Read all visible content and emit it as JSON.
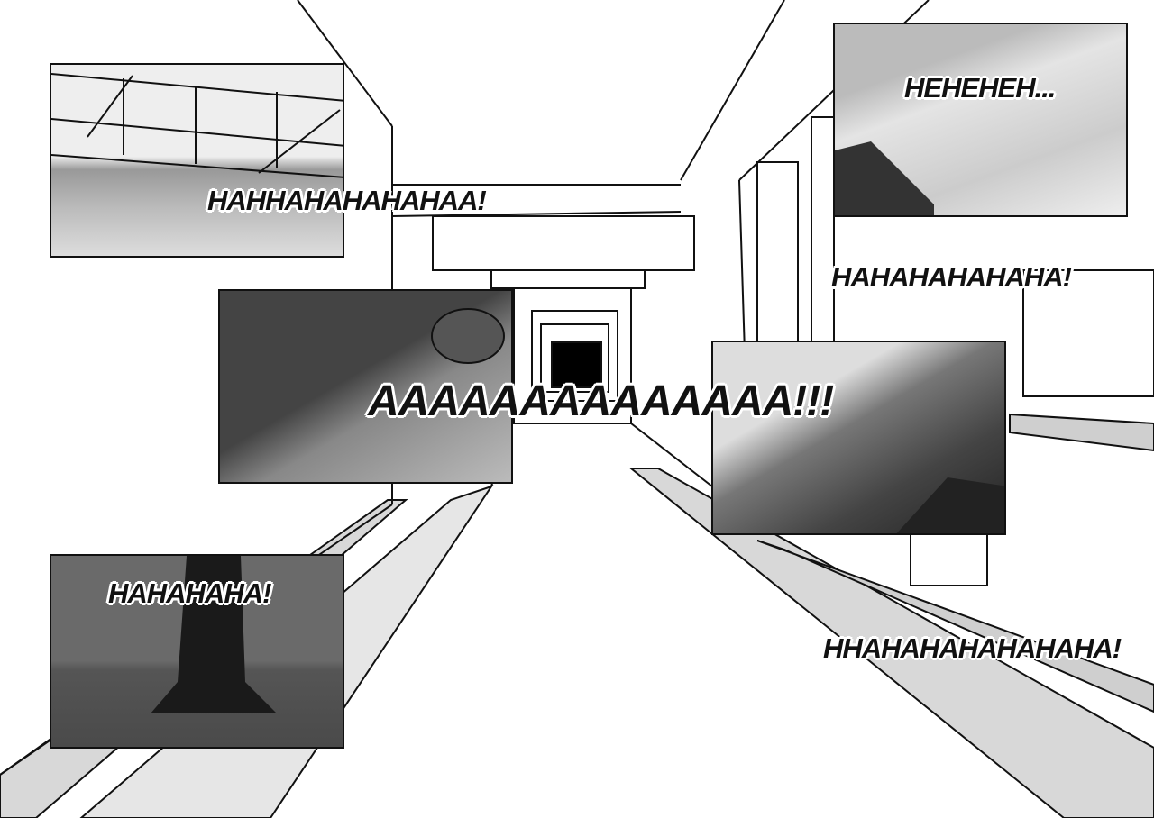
{
  "sound_effects": {
    "top_left": "HAHHAHAHAHAHAA!",
    "top_right": "HEHEHEH...",
    "right_middle": "HAHAHAHAHAHA!",
    "center": "AAAAAAAAAAAAAA!!!",
    "bottom_left": "HAHAHAHA!",
    "bottom_right": "HHAHAHAHAHAHAHA!"
  },
  "colors": {
    "ink": "#111111",
    "floor": "#d8d8d8",
    "paper": "#ffffff"
  }
}
